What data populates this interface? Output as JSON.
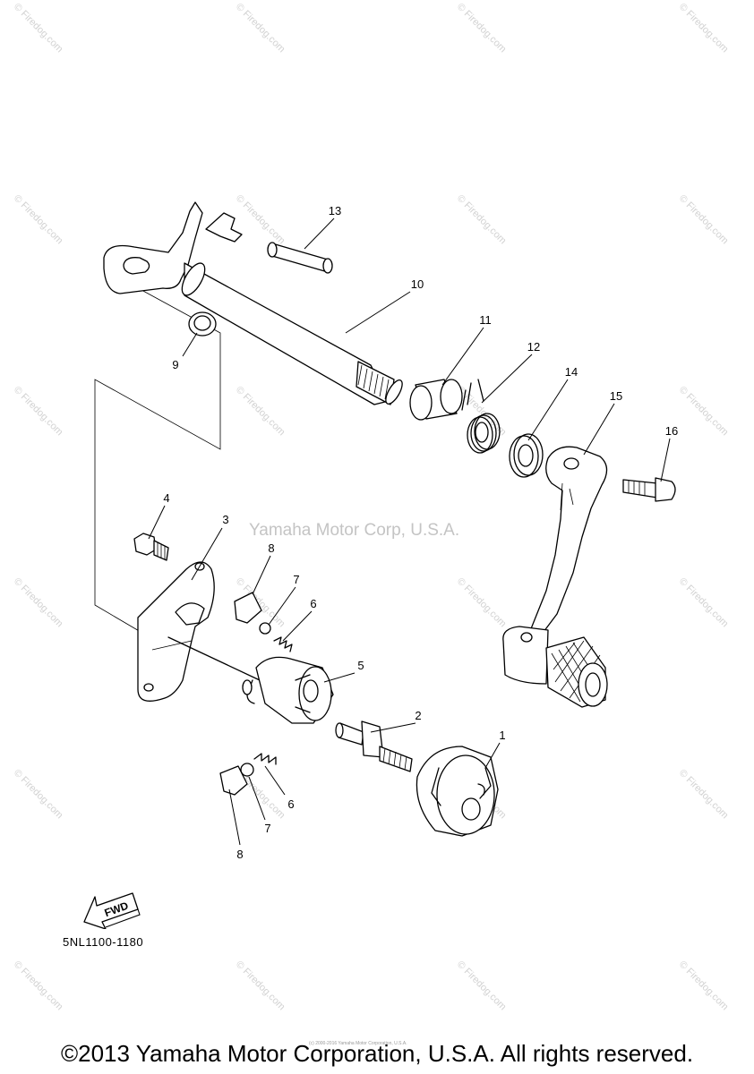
{
  "watermark": {
    "center_text": "Yamaha Motor Corp, U.S.A.",
    "tile_text": "© Firedog.com"
  },
  "callouts": {
    "c1": "1",
    "c2": "2",
    "c3": "3",
    "c4": "4",
    "c5": "5",
    "c6a": "6",
    "c6b": "6",
    "c7a": "7",
    "c7b": "7",
    "c8a": "8",
    "c8b": "8",
    "c9": "9",
    "c10": "10",
    "c11": "11",
    "c12": "12",
    "c13": "13",
    "c14": "14",
    "c15": "15",
    "c16": "16"
  },
  "fwd_label": "FWD",
  "reference_code": "5NL1100-1180",
  "fine_print": "(c) 2000-2016 Yamaha Motor Corporation, U.S.A.",
  "copyright": "©2013 Yamaha Motor Corporation, U.S.A. All rights reserved."
}
